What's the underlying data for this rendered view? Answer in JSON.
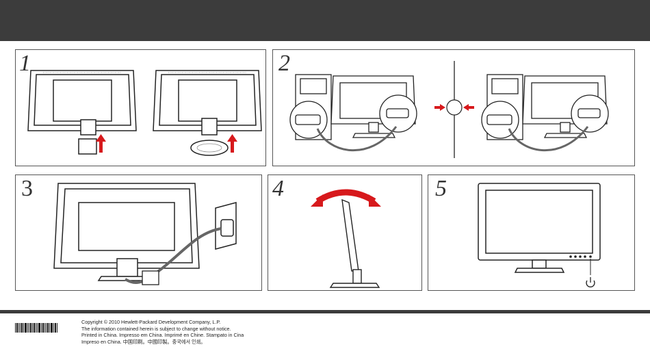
{
  "steps": [
    {
      "number": "1"
    },
    {
      "number": "2"
    },
    {
      "number": "3"
    },
    {
      "number": "4"
    },
    {
      "number": "5"
    }
  ],
  "icons": {
    "step2_divider": "double-arrow-or-icon",
    "step5_power": "power-icon"
  },
  "footer": {
    "line1": "Copyright © 2010 Hewlett-Packard Development Company, L.P.",
    "line2": "The information contained herein is subject to change without notice.",
    "line3": "Printed in China. Impresso em China. Imprimé en Chine. Stampato in Cina",
    "line4": "Impreso en China. 中国印刷。中國印製。중국에서 인쇄。"
  },
  "colors": {
    "header_bar": "#3c3c3c",
    "arrow_red": "#d7191c",
    "panel_border": "#555555"
  }
}
